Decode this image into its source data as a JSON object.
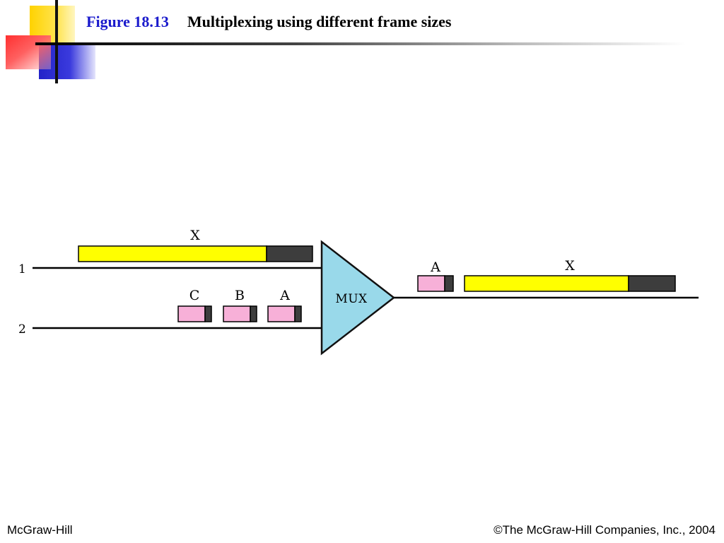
{
  "header": {
    "figure_number": "Figure 18.13",
    "figure_title": "Multiplexing using different frame sizes"
  },
  "diagram": {
    "mux_label": "MUX",
    "inputs": [
      {
        "line_label": "1",
        "frames": [
          {
            "label": "X",
            "kind": "long"
          }
        ]
      },
      {
        "line_label": "2",
        "frames": [
          {
            "label": "C",
            "kind": "short"
          },
          {
            "label": "B",
            "kind": "short"
          },
          {
            "label": "A",
            "kind": "short"
          }
        ]
      }
    ],
    "output": {
      "frames": [
        {
          "label": "A",
          "kind": "short"
        },
        {
          "label": "X",
          "kind": "long"
        }
      ]
    },
    "colors": {
      "long_frame": "#ffff00",
      "short_frame": "#f7b0d8",
      "frame_header": "#3d3d3d",
      "mux_fill": "#99d9ea",
      "line": "#000000"
    }
  },
  "footer": {
    "left": "McGraw-Hill",
    "right": "©The McGraw-Hill Companies, Inc., 2004"
  }
}
